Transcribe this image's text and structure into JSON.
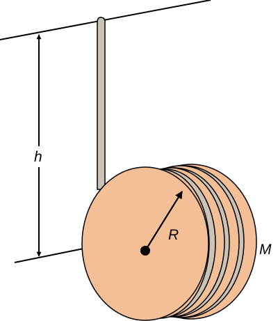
{
  "labels": {
    "height": "h",
    "radius": "R",
    "mass": "M"
  },
  "colors": {
    "disk_fill": "#f4be96",
    "disk_stroke": "#000000",
    "string_fill": "#cbc4b4",
    "line": "#000000",
    "background": "#ffffff"
  }
}
